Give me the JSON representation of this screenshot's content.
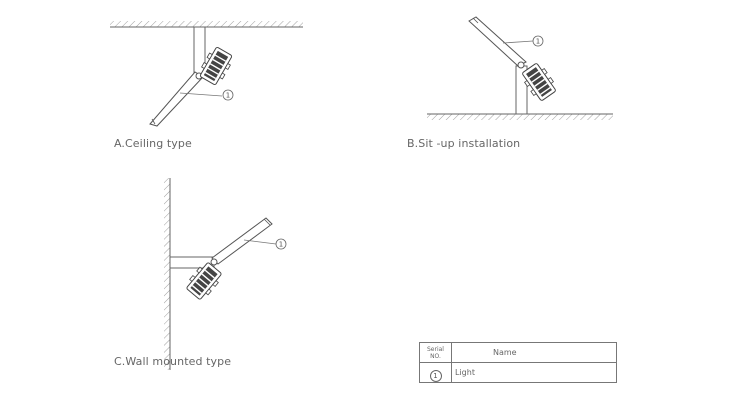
{
  "captions": {
    "ceiling": "A.Ceiling type",
    "situp": "B.Sit -up installation",
    "wall": "C.Wall mounted type"
  },
  "callout_label": "1",
  "legend": {
    "header_serial_line1": "Serial",
    "header_serial_line2": "NO.",
    "header_name": "Name",
    "rows": [
      {
        "serial": "1",
        "name": "Light"
      }
    ]
  },
  "colors": {
    "line": "#666666",
    "fixture": "#555555"
  }
}
